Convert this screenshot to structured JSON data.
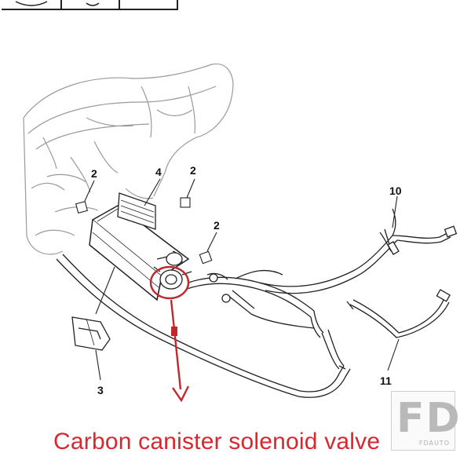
{
  "callouts": {
    "n2a": "2",
    "n4": "4",
    "n2b": "2",
    "n2c": "2",
    "n10": "10",
    "n11": "11",
    "n3": "3"
  },
  "caption": "Carbon canister solenoid valve",
  "watermark": {
    "logo": "FD",
    "sub": "FDAUTO"
  },
  "colors": {
    "line": "#222222",
    "faint": "#9a9a9a",
    "highlight": "#c0282d",
    "caption": "#d9272e"
  }
}
